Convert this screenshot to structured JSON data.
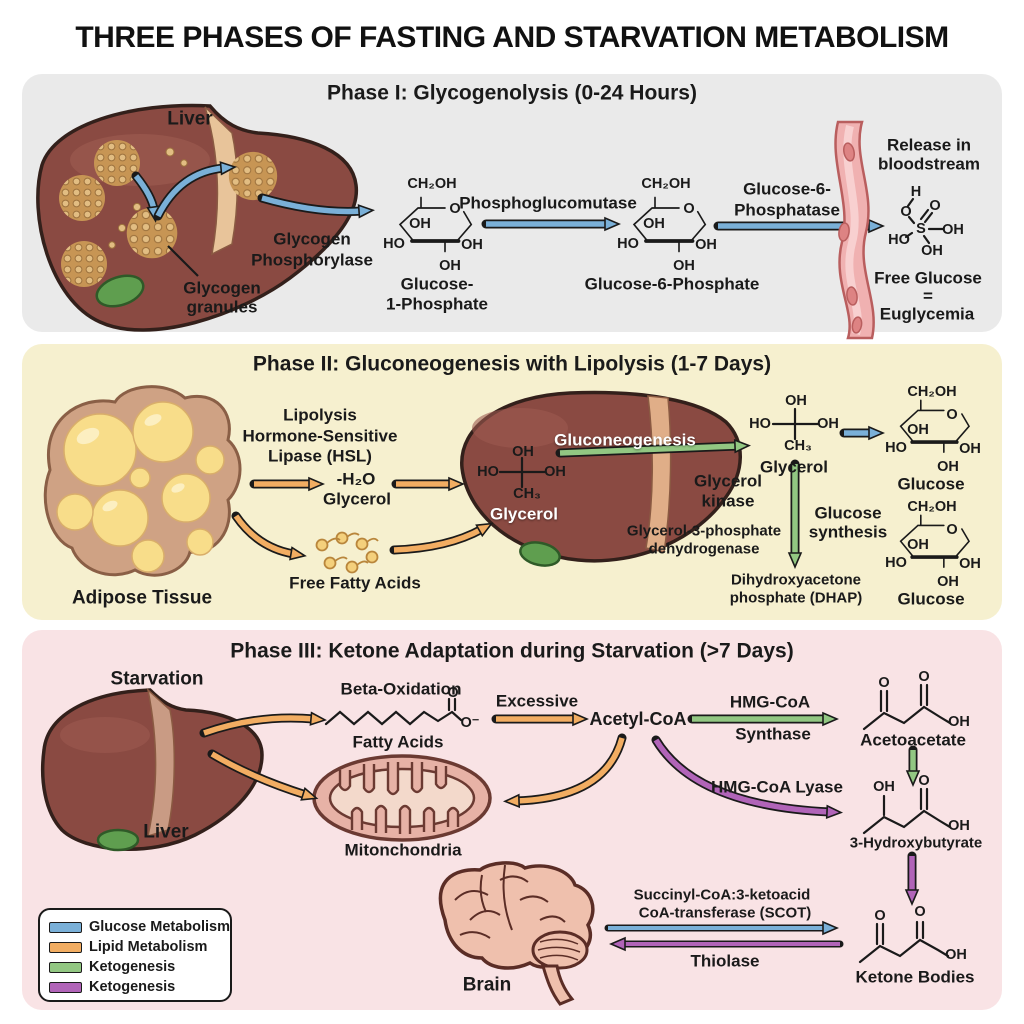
{
  "title": "THREE PHASES OF FASTING AND STARVATION METABOLISM",
  "colors": {
    "glucose_metabolism": "#7ab0d8",
    "lipid_metabolism": "#f2ad62",
    "ketogenesis_green": "#92c782",
    "ketogenesis_purple": "#b164b8",
    "phase1_bg": "#eaeaea",
    "phase2_bg": "#f6f0cf",
    "phase3_bg": "#f9e3e5"
  },
  "atoms": {
    "ch2oh": "CH₂OH",
    "oh": "OH",
    "ho": "HO",
    "o": "O",
    "ch3": "CH₃",
    "h": "H",
    "s": "S",
    "o_minus": "O⁻"
  },
  "phase1": {
    "header": "Phase I: Glycogenolysis (0-24 Hours)",
    "liver": "Liver",
    "glycogen_granules_1": "Glycogen",
    "glycogen_granules_2": "granules",
    "glycogen_phosphorylase_1": "Glycogen",
    "glycogen_phosphorylase_2": "Phosphorylase",
    "g1p_1": "Glucose-",
    "g1p_2": "1-Phosphate",
    "phosphoglucomutase": "Phosphoglucomutase",
    "g6p": "Glucose-6-Phosphate",
    "g6pase_1": "Glucose-6-",
    "g6pase_2": "Phosphatase",
    "release_1": "Release in",
    "release_2": "bloodstream",
    "free_glucose": "Free Glucose",
    "equals": "=",
    "euglycemia": "Euglycemia"
  },
  "phase2": {
    "header": "Phase II: Gluconeogenesis with Lipolysis (1-7 Days)",
    "adipose_tissue": "Adipose Tissue",
    "lipolysis": "Lipolysis",
    "hsl_1": "Hormone-Sensitive",
    "hsl_2": "Lipase (HSL)",
    "minus_h2o": "-H₂O",
    "glycerol_small": "Glycerol",
    "free_fatty_acids": "Free Fatty Acids",
    "glycerol_in_liver": "Glycerol",
    "gluconeogenesis": "Gluconeogenesis",
    "glycerol_right": "Glycerol",
    "glycerol_kinase_1": "Glycerol",
    "glycerol_kinase_2": "kinase",
    "glucose_top": "Glucose",
    "g3pd_1": "Glycerol-3-phosphate",
    "g3pd_2": "dehydrogenase",
    "glucose_synthesis_1": "Glucose",
    "glucose_synthesis_2": "synthesis",
    "dhap_1": "Dihydroxyacetone",
    "dhap_2": "phosphate (DHAP)",
    "glucose_bottom": "Glucose"
  },
  "phase3": {
    "header": "Phase III: Ketone Adaptation during Starvation (>7 Days)",
    "starvation": "Starvation",
    "liver": "Liver",
    "beta_oxidation": "Beta-Oxidation",
    "fatty_acids": "Fatty Acids",
    "excessive": "Excessive",
    "acetyl_coa": "Acetyl-CoA",
    "hmg_coa": "HMG-CoA",
    "synthase": "Synthase",
    "acetoacetate": "Acetoacetate",
    "hmg_coa_lyase": "HMG-CoA Lyase",
    "hydroxybutyrate": "3-Hydroxybutyrate",
    "mitochondria": "Mitonchondria",
    "brain": "Brain",
    "scot_1": "Succinyl-CoA:3-ketoacid",
    "scot_2": "CoA-transferase (SCOT)",
    "thiolase": "Thiolase",
    "ketone_bodies": "Ketone Bodies"
  },
  "legend": {
    "items": [
      {
        "label": "Glucose Metabolism",
        "color": "#7ab0d8"
      },
      {
        "label": "Lipid Metabolism",
        "color": "#f2ad62"
      },
      {
        "label": "Ketogenesis",
        "color": "#92c782"
      },
      {
        "label": "Ketogenesis",
        "color": "#b164b8"
      }
    ]
  }
}
